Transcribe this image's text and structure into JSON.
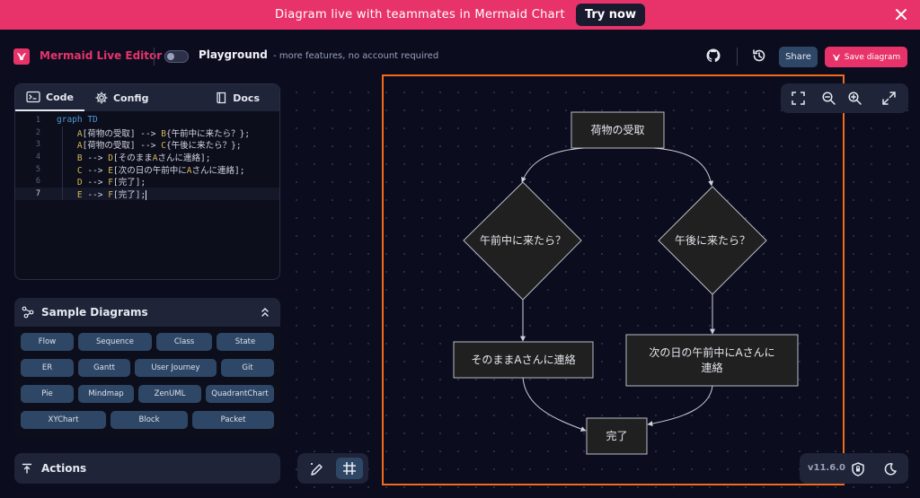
{
  "banner": {
    "text": "Diagram live with teammates in Mermaid Chart",
    "try_label": "Try now"
  },
  "header": {
    "app_title": "Mermaid Live Editor",
    "playground_label": "Playground",
    "playground_sub": "- more features, no account required",
    "share_label": "Share",
    "save_label": "Save diagram"
  },
  "editor": {
    "tabs": [
      {
        "label": "Code",
        "icon": "code-icon"
      },
      {
        "label": "Config",
        "icon": "gear-icon"
      }
    ],
    "docs_label": "Docs",
    "lines": [
      {
        "num": "1",
        "parts": [
          [
            "kw",
            "graph TD"
          ]
        ]
      },
      {
        "num": "2",
        "parts": [
          [
            "ind",
            "    "
          ],
          [
            "nd",
            "A"
          ],
          [
            "txt",
            "[荷物の受取] "
          ],
          [
            "arrow",
            "-->"
          ],
          [
            "txt",
            " "
          ],
          [
            "nd",
            "B"
          ],
          [
            "txt",
            "{午前中に来たら？};"
          ]
        ]
      },
      {
        "num": "3",
        "parts": [
          [
            "ind",
            "    "
          ],
          [
            "nd",
            "A"
          ],
          [
            "txt",
            "[荷物の受取] "
          ],
          [
            "arrow",
            "-->"
          ],
          [
            "txt",
            " "
          ],
          [
            "nd",
            "C"
          ],
          [
            "txt",
            "{午後に来たら？};"
          ]
        ]
      },
      {
        "num": "4",
        "parts": [
          [
            "ind",
            "    "
          ],
          [
            "nd",
            "B"
          ],
          [
            "txt",
            " "
          ],
          [
            "arrow",
            "-->"
          ],
          [
            "txt",
            " "
          ],
          [
            "nd",
            "D"
          ],
          [
            "txt",
            "[そのまま"
          ],
          [
            "nd",
            "A"
          ],
          [
            "txt",
            "さんに連絡];"
          ]
        ]
      },
      {
        "num": "5",
        "parts": [
          [
            "ind",
            "    "
          ],
          [
            "nd",
            "C"
          ],
          [
            "txt",
            " "
          ],
          [
            "arrow",
            "-->"
          ],
          [
            "txt",
            " "
          ],
          [
            "nd",
            "E"
          ],
          [
            "txt",
            "[次の日の午前中に"
          ],
          [
            "nd",
            "A"
          ],
          [
            "txt",
            "さんに連絡];"
          ]
        ]
      },
      {
        "num": "6",
        "parts": [
          [
            "ind",
            "    "
          ],
          [
            "nd",
            "D"
          ],
          [
            "txt",
            " "
          ],
          [
            "arrow",
            "-->"
          ],
          [
            "txt",
            " "
          ],
          [
            "nd",
            "F"
          ],
          [
            "txt",
            "[完了];"
          ]
        ]
      },
      {
        "num": "7",
        "parts": [
          [
            "ind",
            "    "
          ],
          [
            "nd",
            "E"
          ],
          [
            "txt",
            " "
          ],
          [
            "arrow",
            "-->"
          ],
          [
            "txt",
            " "
          ],
          [
            "nd",
            "F"
          ],
          [
            "txt",
            "[完了];"
          ]
        ]
      }
    ],
    "current_line": "7"
  },
  "samples": {
    "title": "Sample Diagrams",
    "buttons": [
      "Flow",
      "Sequence",
      "Class",
      "State",
      "ER",
      "Gantt",
      "User Journey",
      "Git",
      "Pie",
      "Mindmap",
      "ZenUML",
      "QuadrantChart",
      "XYChart",
      "Block",
      "Packet"
    ]
  },
  "actions": {
    "title": "Actions"
  },
  "canvas": {
    "version": "v11.6.0"
  },
  "diagram": {
    "nodes": {
      "A": "荷物の受取",
      "B": "午前中に来たら？",
      "C": "午後に来たら？",
      "D": "そのままAさんに連絡",
      "E_line1": "次の日の午前中にAさんに",
      "E_line2": "連絡",
      "F": "完了"
    }
  },
  "colors": {
    "brand": "#e8336a",
    "accent_button": "#2f4766",
    "frame_highlight": "#f26a1b"
  }
}
